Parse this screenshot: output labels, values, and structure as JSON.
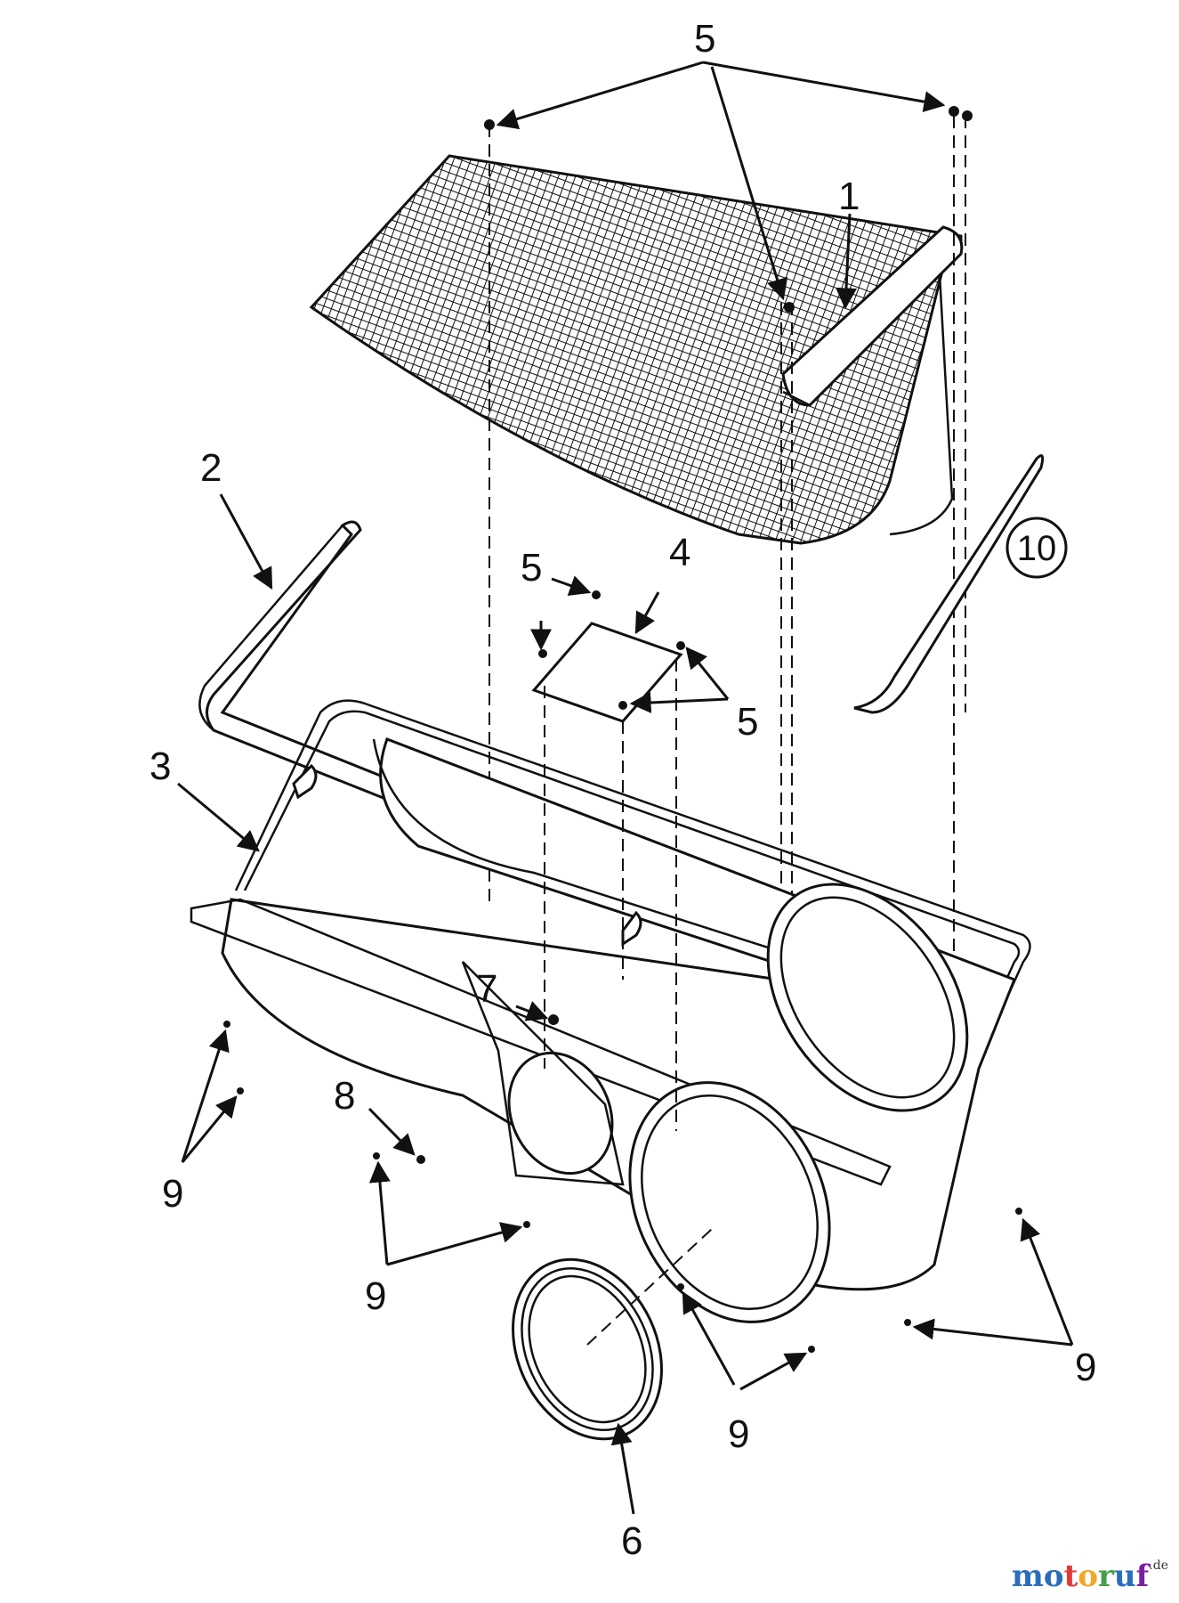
{
  "diagram": {
    "callouts": {
      "c1": "1",
      "c2": "2",
      "c3": "3",
      "c4": "4",
      "c5a": "5",
      "c5b": "5",
      "c5c": "5",
      "c6": "6",
      "c7": "7",
      "c8": "8",
      "c9a": "9",
      "c9b": "9",
      "c9c": "9",
      "c9d": "9",
      "c10": "10"
    }
  },
  "watermark": {
    "text": "motoruf",
    "suffix": ".de",
    "colors": [
      "#2a6ebb",
      "#2a6ebb",
      "#e53935",
      "#f5a623",
      "#43a047",
      "#2a6ebb",
      "#7b1fa2"
    ]
  }
}
